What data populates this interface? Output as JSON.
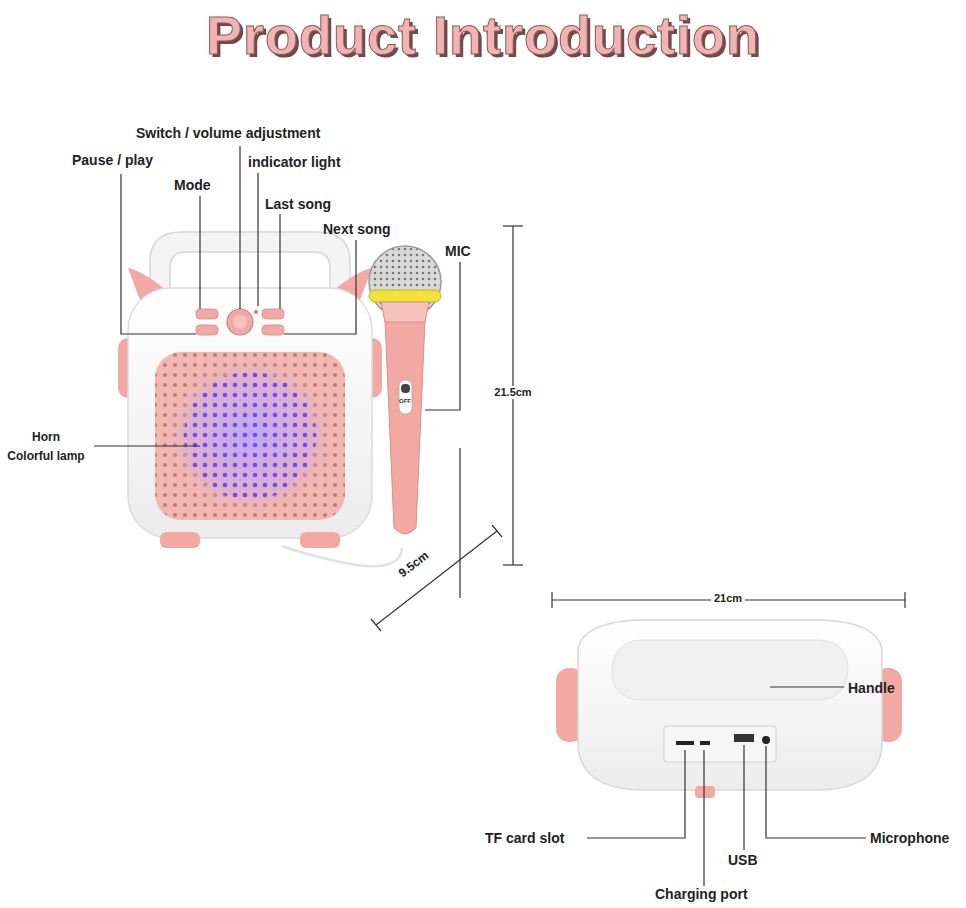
{
  "diagram": {
    "title": "Product Introduction",
    "labels": [
      "Switch / volume adjustment",
      "Pause / play",
      "indicator light",
      "Mode",
      "Last song",
      "Next song",
      "MIC",
      "OFF",
      "21.5cm",
      "Horn",
      "Colorful lamp",
      "9.5cm",
      "21cm",
      "Handle",
      "TF card slot",
      "Microphone",
      "USB",
      "Charging port"
    ]
  }
}
